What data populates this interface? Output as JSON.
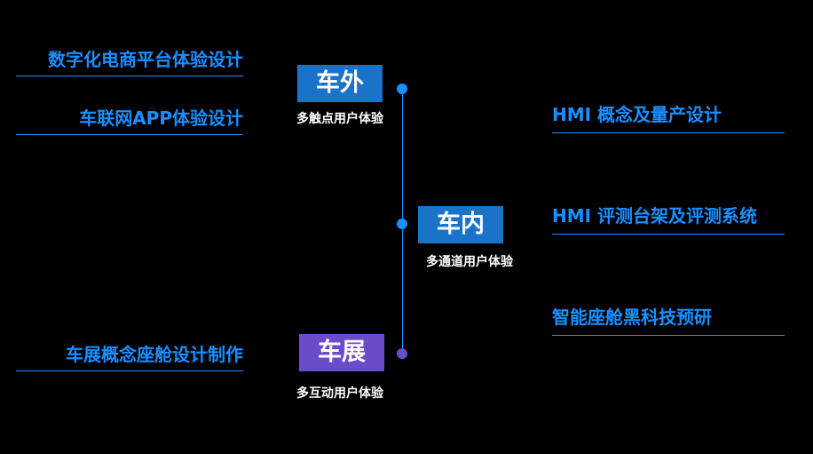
{
  "left_items": [
    "数字化电商平台体验设计",
    "车联网APP体验设计",
    "车展概念座舱设计制作"
  ],
  "right_items": [
    "HMI 概念及量产设计",
    "HMI 评测台架及评测系统",
    "智能座舱黑科技预研"
  ],
  "nodes": [
    {
      "label": "车外",
      "caption": "多触点用户体验",
      "color": "#1a73c9"
    },
    {
      "label": "车内",
      "caption": "多通道用户体验",
      "color": "#1a73c9"
    },
    {
      "label": "车展",
      "caption": "多互动用户体验",
      "color": "#6a4bc9"
    }
  ],
  "colors": {
    "accent": "#1a8fff",
    "dot_blue": "#1a8fff",
    "dot_purple": "#6a4bc9"
  }
}
